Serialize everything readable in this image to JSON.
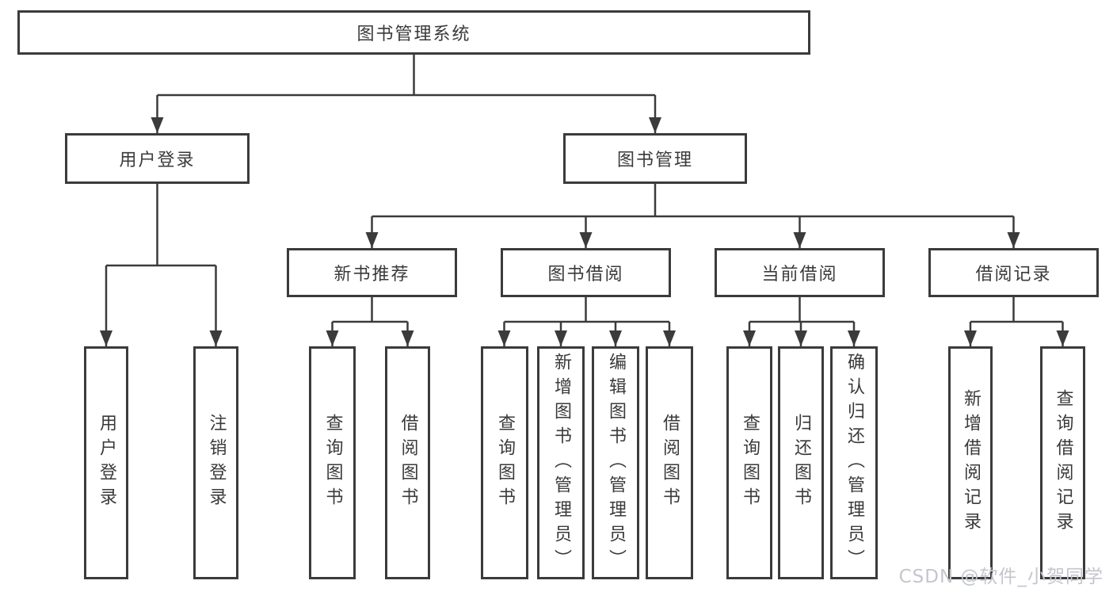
{
  "tree": {
    "label": "图书管理系统",
    "children": [
      {
        "label": "用户登录",
        "children": [
          {
            "label": "用户登录"
          },
          {
            "label": "注销登录"
          }
        ]
      },
      {
        "label": "图书管理",
        "children": [
          {
            "label": "新书推荐",
            "children": [
              {
                "label": "查询图书"
              },
              {
                "label": "借阅图书"
              }
            ]
          },
          {
            "label": "图书借阅",
            "children": [
              {
                "label": "查询图书"
              },
              {
                "label": "新增图书（管理员）"
              },
              {
                "label": "编辑图书（管理员）"
              },
              {
                "label": "借阅图书"
              }
            ]
          },
          {
            "label": "当前借阅",
            "children": [
              {
                "label": "查询图书"
              },
              {
                "label": "归还图书"
              },
              {
                "label": "确认归还（管理员）"
              }
            ]
          },
          {
            "label": "借阅记录",
            "children": [
              {
                "label": "新增借阅记录"
              },
              {
                "label": "查询借阅记录"
              }
            ]
          }
        ]
      }
    ]
  },
  "watermark": {
    "text": "CSDN @软件_小贺同学"
  },
  "colors": {
    "line": "#3b3b3b",
    "box_border": "#3b3b3b",
    "box_fill": "#ffffff",
    "text": "#3a3a3a",
    "watermark": "#c3c6cc",
    "background": "#ffffff"
  }
}
